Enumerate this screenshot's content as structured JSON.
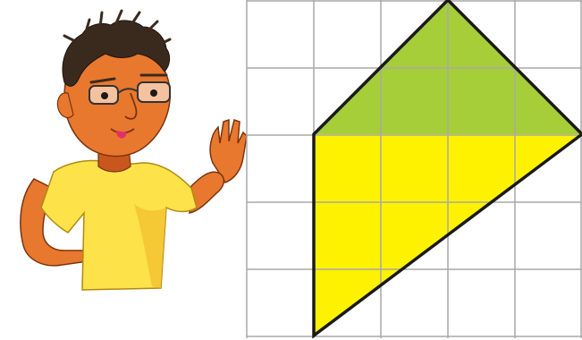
{
  "figure": {
    "colors": {
      "background": "#ffffff",
      "grid_line": "#a8a8a8",
      "green_region": "#a6ce39",
      "yellow_region": "#fff200",
      "outline": "#1a1a1a",
      "skin": "#e8782e",
      "skin_shadow": "#c9561c",
      "hair": "#3a2a1e",
      "shirt": "#fde24a",
      "shirt_shadow": "#f2c230",
      "glasses": "#333333",
      "tongue": "#e0306a"
    },
    "grid": {
      "columns": 5,
      "rows": 5
    },
    "shape": {
      "vertices": [
        [
          1,
          2
        ],
        [
          3,
          0
        ],
        [
          5,
          2
        ],
        [
          1,
          5
        ]
      ],
      "green_part_vertices": [
        [
          1,
          2
        ],
        [
          3,
          0
        ],
        [
          5,
          2
        ]
      ],
      "yellow_part_vertices": [
        [
          1,
          2
        ],
        [
          5,
          2
        ],
        [
          1,
          5
        ]
      ]
    },
    "character": {
      "icon": "boy-waving-illustration"
    }
  }
}
